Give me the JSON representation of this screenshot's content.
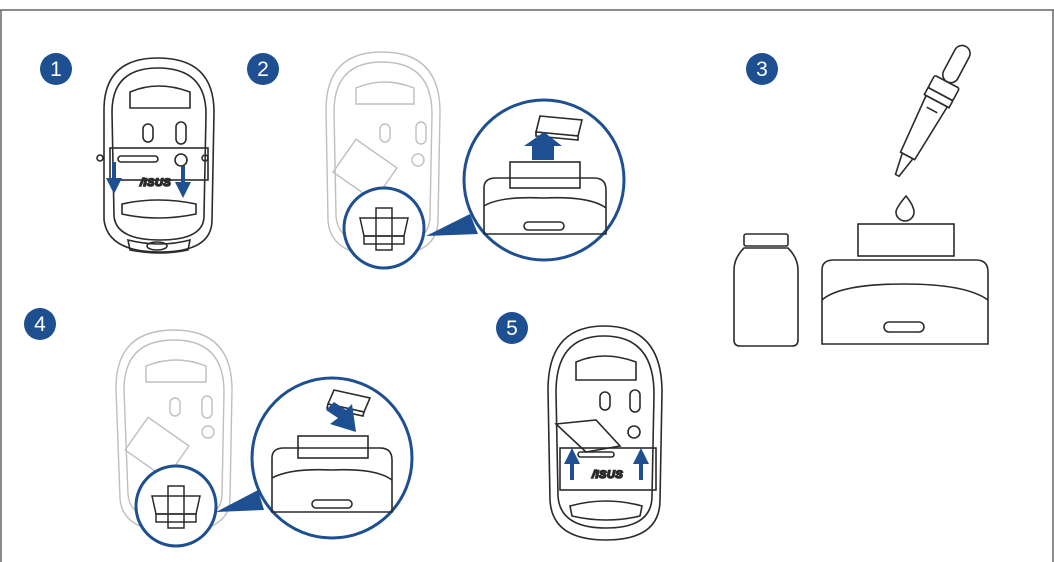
{
  "steps": [
    {
      "number": "1"
    },
    {
      "number": "2"
    },
    {
      "number": "3"
    },
    {
      "number": "4"
    },
    {
      "number": "5"
    }
  ],
  "logo": {
    "text": "/ISUS"
  },
  "colors": {
    "accent": "#1d4f91",
    "line": "#2b2b2b",
    "faded_line": "#bfbfbf",
    "frame": "#666666"
  },
  "icons": [
    "arrow-down-icon",
    "arrow-up-icon",
    "dropper-icon",
    "bottle-icon",
    "drop-icon"
  ]
}
